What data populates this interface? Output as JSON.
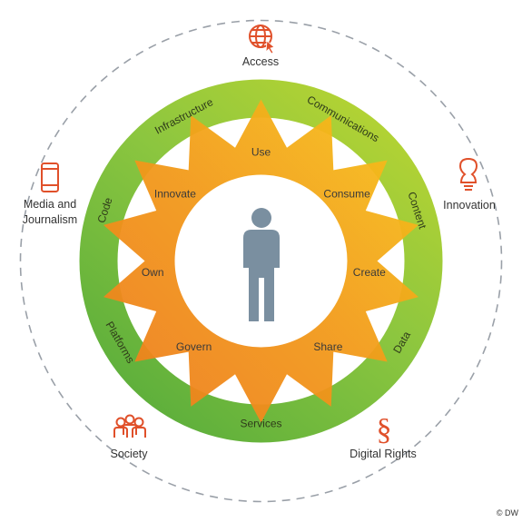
{
  "outer_items": [
    {
      "label": "Access",
      "icon": "globe-cursor-icon"
    },
    {
      "label": "Innovation",
      "icon": "lightbulb-icon"
    },
    {
      "label": "Digital Rights",
      "icon": "section-sign-icon"
    },
    {
      "label": "Society",
      "icon": "people-group-icon"
    },
    {
      "label": "Media and",
      "label2": "Journalism",
      "icon": "smartphone-icon"
    }
  ],
  "ring_items": [
    "Infrastructure",
    "Communications",
    "Content",
    "Data",
    "Services",
    "Platforms",
    "Code"
  ],
  "gear_items": [
    "Use",
    "Consume",
    "Create",
    "Share",
    "Govern",
    "Own",
    "Innovate"
  ],
  "center_icon": "person-icon",
  "credit": "© DW",
  "colors": {
    "icon": "#e0502a",
    "ring_green": "#8cc63f",
    "gear_orange": "#f08a1c",
    "gear_yellow": "#f7c21a",
    "person": "#7a8fa0",
    "dashed_circle": "#9aa0a8"
  }
}
